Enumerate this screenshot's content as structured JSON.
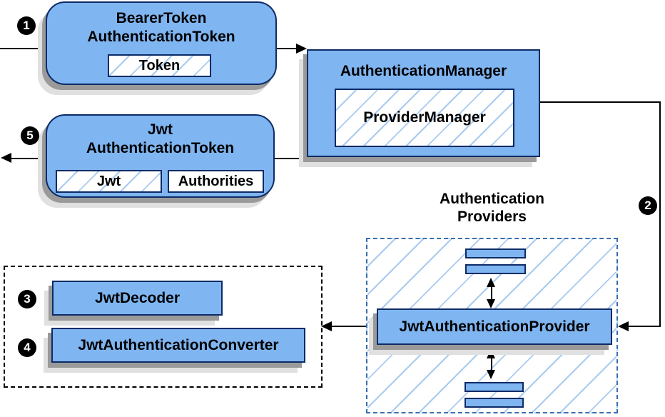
{
  "colors": {
    "box_fill": "#7FB5F1",
    "box_border": "#0D2B66",
    "hatch_line": "#A9CBF0",
    "providers_dash": "#3A6FB0",
    "shadow_dark": "#9A9A9A",
    "shadow_light": "#E0E0E0",
    "flow_line": "#000000"
  },
  "steps": {
    "s1": "1",
    "s2": "2",
    "s3": "3",
    "s4": "4",
    "s5": "5"
  },
  "nodes": {
    "bearer_token": {
      "line1": "BearerToken",
      "line2": "AuthenticationToken",
      "chip": "Token"
    },
    "authentication_manager": {
      "title": "AuthenticationManager",
      "inner": "ProviderManager"
    },
    "jwt_authentication_token": {
      "line1": "Jwt",
      "line2": "AuthenticationToken",
      "chip_jwt": "Jwt",
      "chip_authorities": "Authorities"
    },
    "providers_group": {
      "label_line1": "Authentication",
      "label_line2": "Providers",
      "provider": "JwtAuthenticationProvider"
    },
    "jwt_tools": {
      "decoder": "JwtDecoder",
      "converter": "JwtAuthenticationConverter"
    }
  }
}
